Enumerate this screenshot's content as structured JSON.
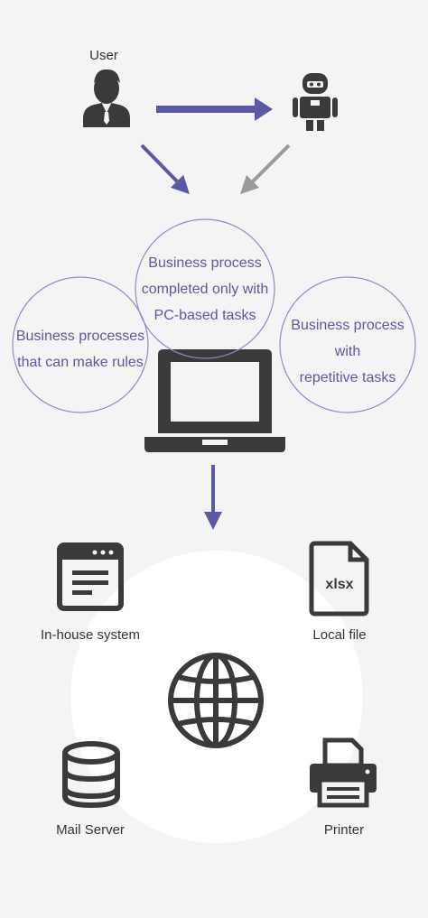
{
  "user": {
    "label": "User"
  },
  "process_circles": {
    "pc_tasks": "Business process\ncompleted only with\nPC-based tasks",
    "rules": "Business processes\nthat can make rules",
    "repetitive": "Business process\nwith\nrepetitive tasks"
  },
  "targets": {
    "in_house_system": "In-house system",
    "local_file": "Local file",
    "mail_server": "Mail Server",
    "printer": "Printer"
  },
  "file_icon_text": "xlsx",
  "colors": {
    "accent": "#5b58a6",
    "icon": "#3a3a3a",
    "grey_arrow": "#9a9a9a",
    "panel": "#f4f4f4"
  },
  "icons": [
    "user-icon",
    "robot-icon",
    "laptop-icon",
    "browser-window-icon",
    "xlsx-file-icon",
    "globe-icon",
    "database-icon",
    "printer-icon"
  ]
}
